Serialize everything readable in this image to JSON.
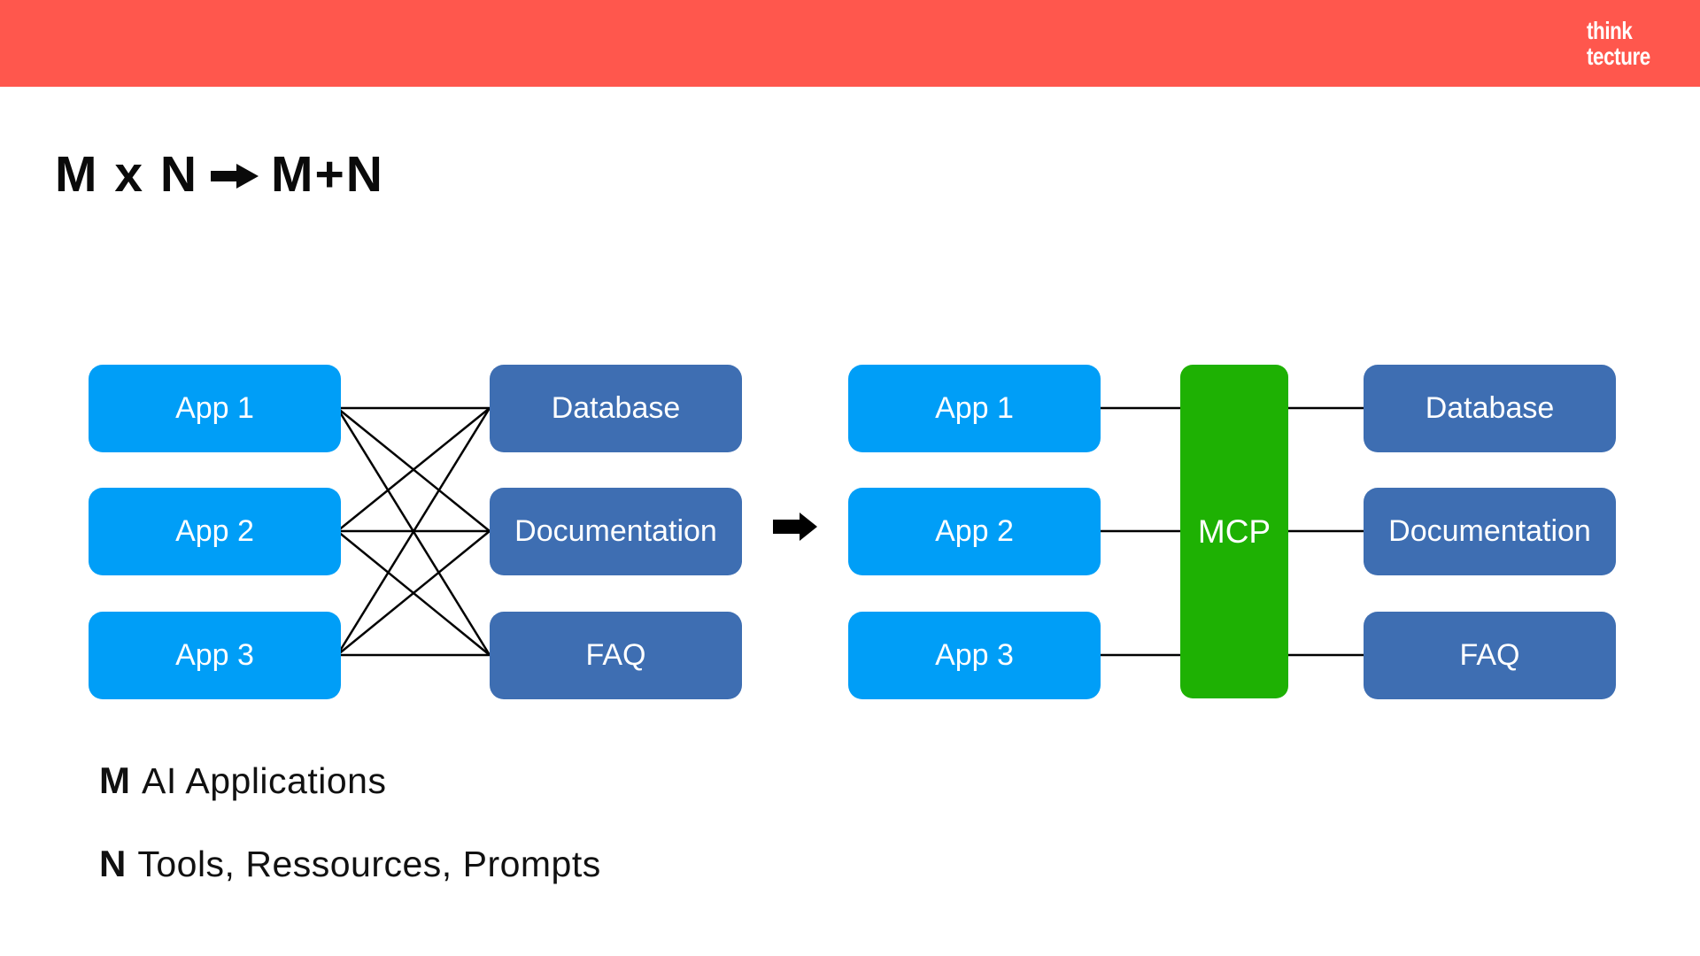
{
  "header": {
    "logo": {
      "line1": "think",
      "line2": "tecture"
    }
  },
  "title": {
    "left": "M x N",
    "right": "M+N"
  },
  "colors": {
    "header_red": "#FF574D",
    "app_blue": "#009EF7",
    "server_blue": "#3E6EB2",
    "mcp_green": "#1EB103",
    "connector_black": "#000000"
  },
  "diagram": {
    "left": {
      "apps": [
        "App 1",
        "App 2",
        "App 3"
      ],
      "servers": [
        "Database",
        "Documentation",
        "FAQ"
      ],
      "connections": "all-to-all"
    },
    "right": {
      "apps": [
        "App 1",
        "App 2",
        "App 3"
      ],
      "hub": "MCP",
      "servers": [
        "Database",
        "Documentation",
        "FAQ"
      ],
      "connections": "via-hub"
    }
  },
  "legend": [
    {
      "symbol": "M",
      "text": "AI Applications"
    },
    {
      "symbol": "N",
      "text": "Tools, Ressources, Prompts"
    }
  ]
}
